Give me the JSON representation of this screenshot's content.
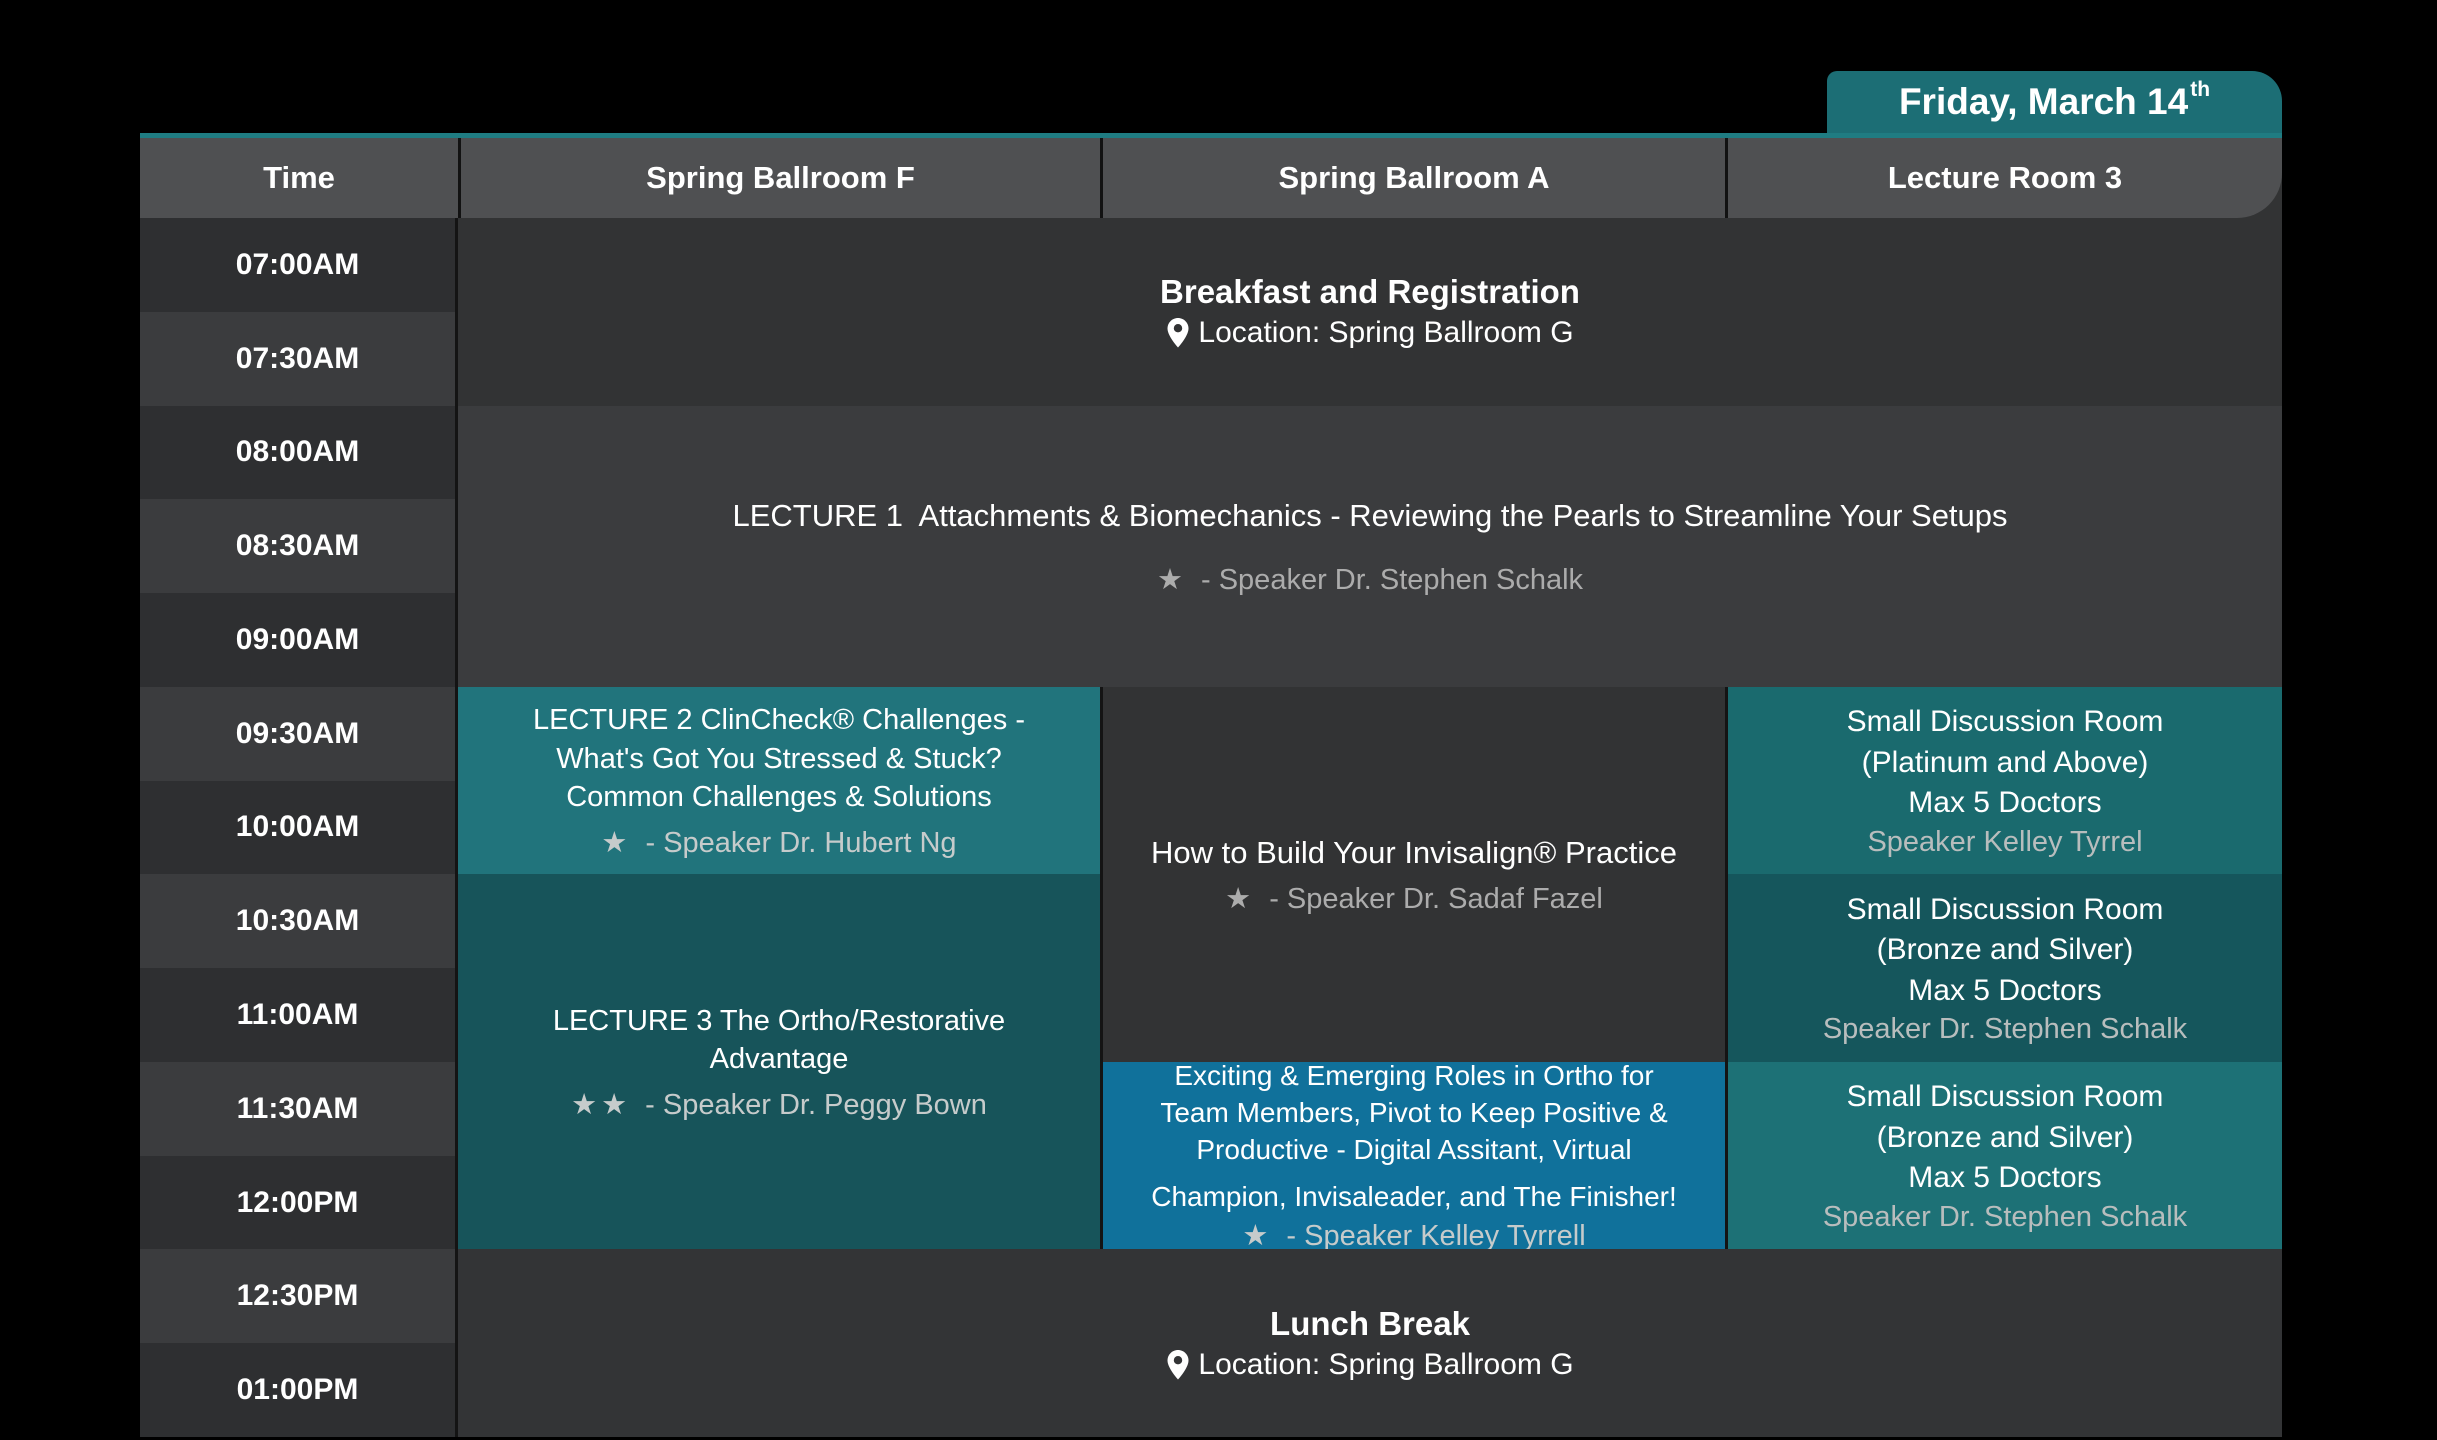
{
  "banner": {
    "date": "Friday, March 14",
    "suffix": "th"
  },
  "header": {
    "columns": [
      "Time",
      "Spring Ballroom F",
      "Spring Ballroom A",
      "Lecture Room 3"
    ]
  },
  "times": [
    "07:00AM",
    "07:30AM",
    "08:00AM",
    "08:30AM",
    "09:00AM",
    "09:30AM",
    "10:00AM",
    "10:30AM",
    "11:00AM",
    "11:30AM",
    "12:00PM",
    "12:30PM",
    "01:00PM"
  ],
  "events": {
    "breakfast": {
      "title": "Breakfast and Registration",
      "location": "Location: Spring Ballroom G"
    },
    "lecture1": {
      "title": "LECTURE 1  Attachments & Biomechanics - Reviewing the Pearls to Streamline Your Setups",
      "stars": "★",
      "speaker": "- Speaker Dr. Stephen Schalk"
    },
    "lecture2": {
      "lines": [
        "LECTURE 2 ClinCheck® Challenges -",
        "What's Got You Stressed & Stuck?",
        "Common Challenges & Solutions"
      ],
      "stars": "★",
      "speaker": "- Speaker Dr. Hubert Ng"
    },
    "lecture3": {
      "lines": [
        "LECTURE 3 The Ortho/Restorative",
        "Advantage"
      ],
      "stars": "★★",
      "speaker": "- Speaker Dr. Peggy Bown"
    },
    "how_to_build": {
      "title": "How to Build Your Invisalign® Practice",
      "stars": "★",
      "speaker": "- Speaker Dr. Sadaf Fazel"
    },
    "team_roles": {
      "lines": [
        "Exciting & Emerging Roles in Ortho for",
        "Team Members, Pivot to Keep Positive &",
        "Productive - Digital Assitant, Virtual",
        "Champion, Invisaleader, and The Finisher!"
      ],
      "stars": "★",
      "speaker": "- Speaker Kelley Tyrrell"
    },
    "small_room_platinum": {
      "lines": [
        "Small Discussion Room",
        "(Platinum and Above)",
        "Max 5 Doctors"
      ],
      "speaker": "Speaker Kelley Tyrrel"
    },
    "small_room_bronze_1": {
      "lines": [
        "Small Discussion Room",
        "(Bronze and Silver)",
        "Max 5 Doctors"
      ],
      "speaker": "Speaker Dr. Stephen Schalk"
    },
    "small_room_bronze_2": {
      "lines": [
        "Small Discussion Room",
        "(Bronze and Silver)",
        "Max 5 Doctors"
      ],
      "speaker": "Speaker Dr. Stephen Schalk"
    },
    "lunch": {
      "title": "Lunch Break",
      "location": "Location: Spring Ballroom G"
    }
  },
  "colors": {
    "background": "#000000",
    "banner_teal": "#1C6E75",
    "top_strip_teal": "#1F7C82",
    "header_gray": "#4F5052",
    "time_row_dark": "#2E2F31",
    "time_row_light": "#3B3C3E",
    "lecture2_teal": "#21747C",
    "lecture3_dark_teal": "#17545A",
    "small_room_platinum_teal": "#1A6A6E",
    "small_room_bronze1_teal": "#15565C",
    "small_room_bronze2_teal": "#1D7176",
    "team_roles_blue": "#10719B",
    "speaker_gray": "#ACACAC",
    "text_white": "#FFFFFF"
  }
}
